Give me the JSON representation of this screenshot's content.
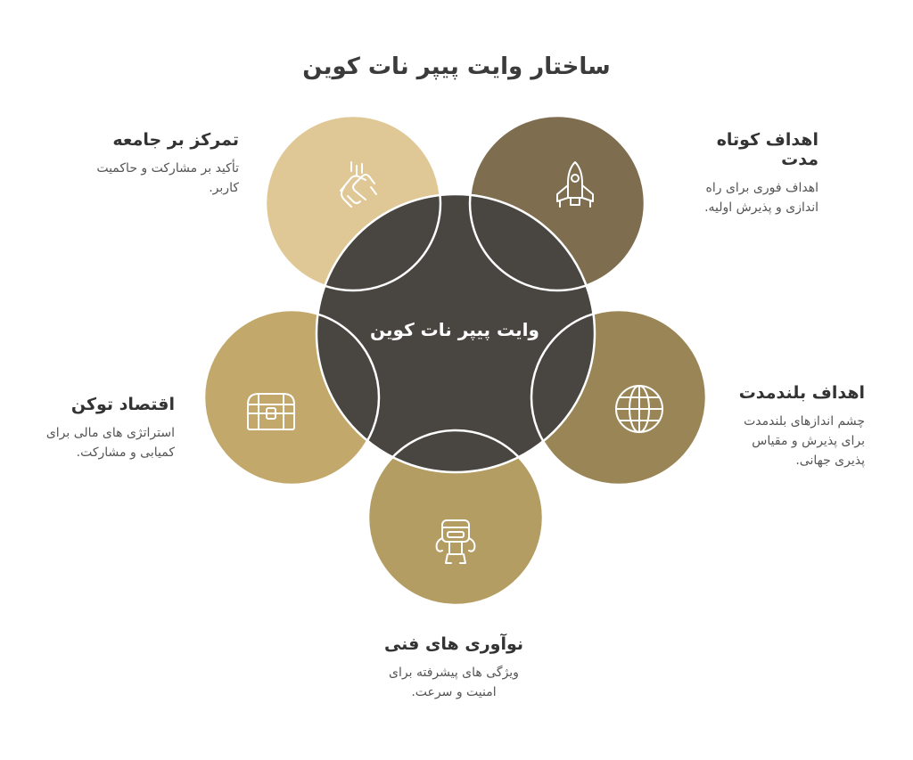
{
  "title": "ساختار وایت پیپر نات کوین",
  "center": {
    "label": "وایت پیپر نات کوین"
  },
  "colors": {
    "community": "#dfc896",
    "short_term": "#7e6e4f",
    "long_term": "#9a8556",
    "tech": "#b39d63",
    "economy": "#c3a86c",
    "center": "#494540",
    "icon": "#ffffff"
  },
  "nodes": [
    {
      "id": "community",
      "title": "تمرکز بر جامعه",
      "description": "تأکید بر مشارکت و حاکمیت کاربر.",
      "icon": "hands-icon"
    },
    {
      "id": "short_term",
      "title": "اهداف کوتاه مدت",
      "description": "اهداف فوری برای راه اندازی و پذیرش اولیه.",
      "icon": "rocket-icon"
    },
    {
      "id": "long_term",
      "title": "اهداف بلندمدت",
      "description": "چشم اندازهای بلندمدت برای پذیرش و مقیاس پذیری جهانی.",
      "icon": "globe-icon"
    },
    {
      "id": "tech",
      "title": "نوآوری های فنی",
      "description": "ویژگی های پیشرفته برای امنیت و سرعت.",
      "icon": "robot-icon"
    },
    {
      "id": "economy",
      "title": "اقتصاد توکن",
      "description": "استراتژی های مالی برای کمیابی و مشارکت.",
      "icon": "treasure-chest-icon"
    }
  ]
}
